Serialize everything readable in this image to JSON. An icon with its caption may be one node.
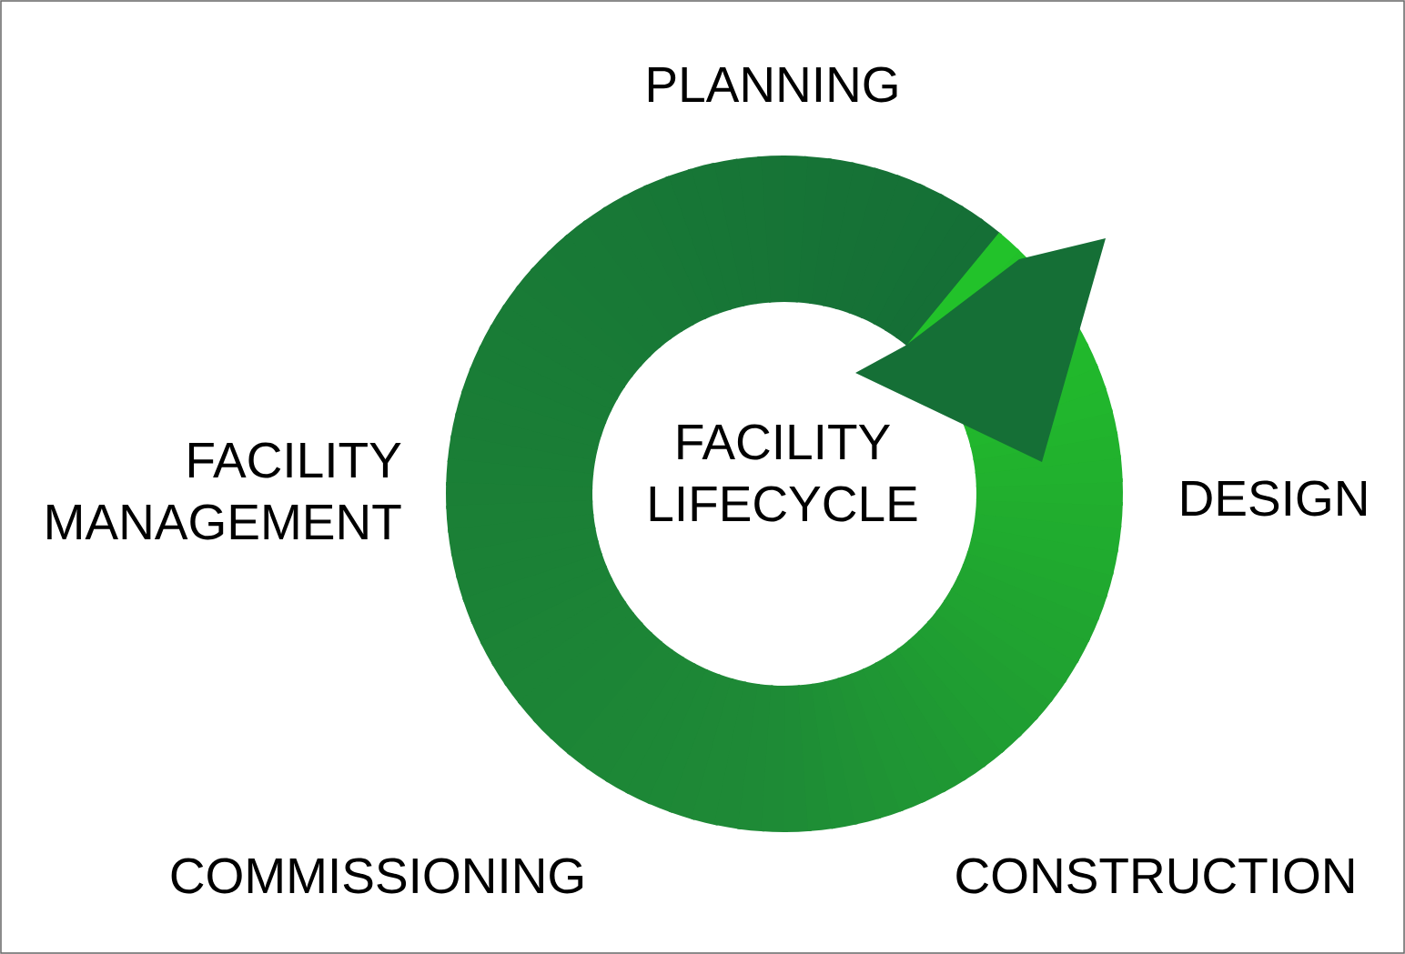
{
  "diagram": {
    "labels": [
      "PLANNING",
      "FACILITY MANAGEMENT",
      "FACILITY LIFECYCLE",
      "DESIGN",
      "COMMISSIONING",
      "CONSTRUCTION"
    ]
  }
}
